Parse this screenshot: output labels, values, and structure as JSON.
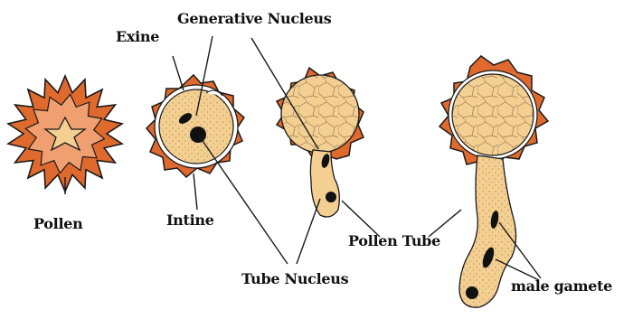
{
  "labels": {
    "generative_nucleus": "Generative Nucleus",
    "exine": "Exine",
    "pollen": "Pollen",
    "intine": "Intine",
    "pollen_tube": "Pollen Tube",
    "tube_nucleus": "Tube Nucleus",
    "male_gamete": "male gamete"
  },
  "colors": {
    "exine_orange": "#e06a2e",
    "cytoplasm_tan": "#f4cf92",
    "nucleus_black": "#111111",
    "outline": "#1a1a1a"
  }
}
